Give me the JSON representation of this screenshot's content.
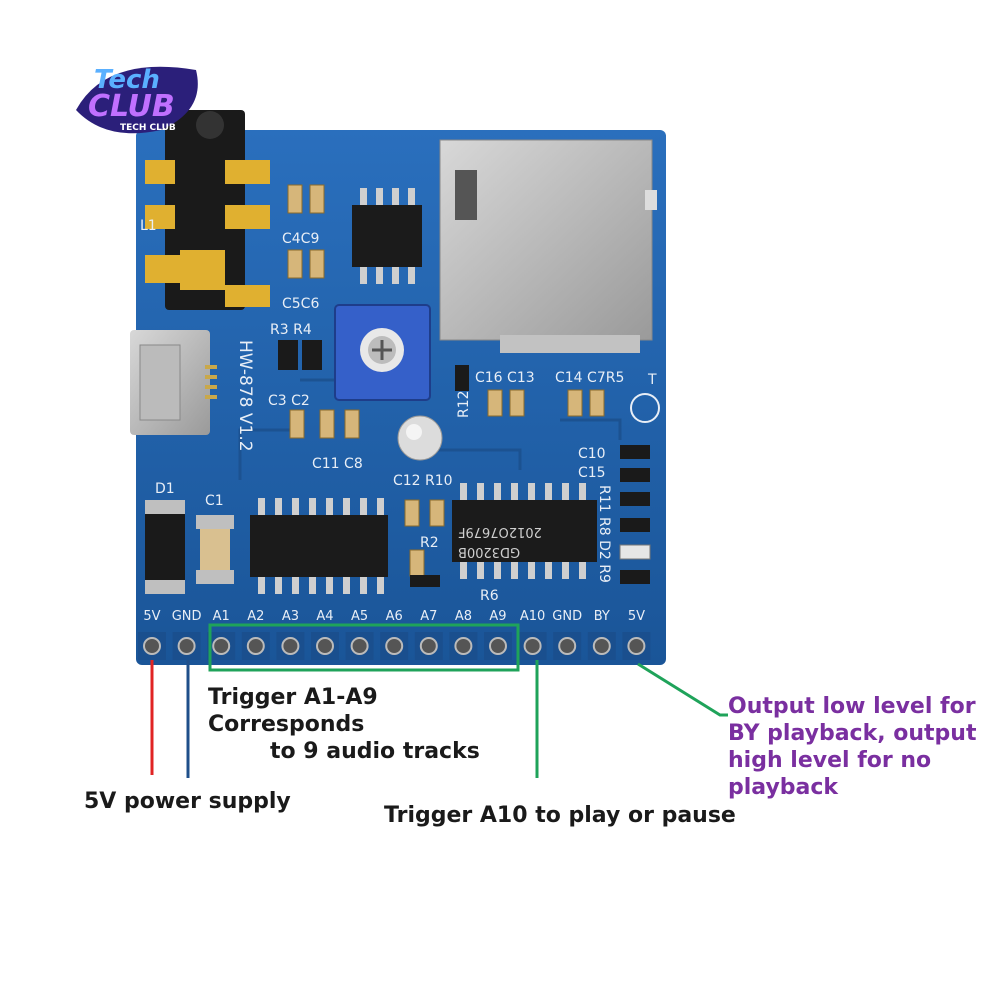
{
  "logo": {
    "line1": "Tech",
    "line2": "CLUB",
    "sub": "TECH CLUB"
  },
  "board": {
    "model": "HW-878 V1.2",
    "pins": [
      "5V",
      "GND",
      "A1",
      "A2",
      "A3",
      "A4",
      "A5",
      "A6",
      "A7",
      "A8",
      "A9",
      "A10",
      "GND",
      "BY",
      "5V"
    ],
    "parts": {
      "l1": "L1",
      "d1": "D1",
      "c1": "C1",
      "c4c9": "C4C9",
      "c5c6": "C5C6",
      "r3r4": "R3 R4",
      "c3c2": "C3 C2",
      "c11c8": "C11 C8",
      "c12r10": "C12 R10",
      "r12": "R12",
      "r6": "R6",
      "r2": "R2",
      "c16c13": "C16 C13",
      "c14c7r5": "C14 C7R5",
      "t": "T",
      "c10": "C10",
      "c15": "C15",
      "r11r8d2r9": "R11 R8 D2 R9",
      "chip_code": "2012O7679F",
      "chip_name": "GD3200B"
    }
  },
  "annotations": {
    "trigger_a1_a9": [
      "Trigger A1-A9 Corresponds",
      "to 9 audio tracks"
    ],
    "power": "5V power supply",
    "trigger_a10": "Trigger A10 to play or pause",
    "by_output": [
      "Output low level for",
      "BY playback, output",
      "high level for no",
      "playback"
    ]
  },
  "colors": {
    "pcb": "#1e5fa8",
    "power_wire": "#e02424",
    "gnd_wire": "#1f4f8a",
    "trigger_lines": "#1fa35a",
    "annotation_purple": "#7a2fa0"
  }
}
